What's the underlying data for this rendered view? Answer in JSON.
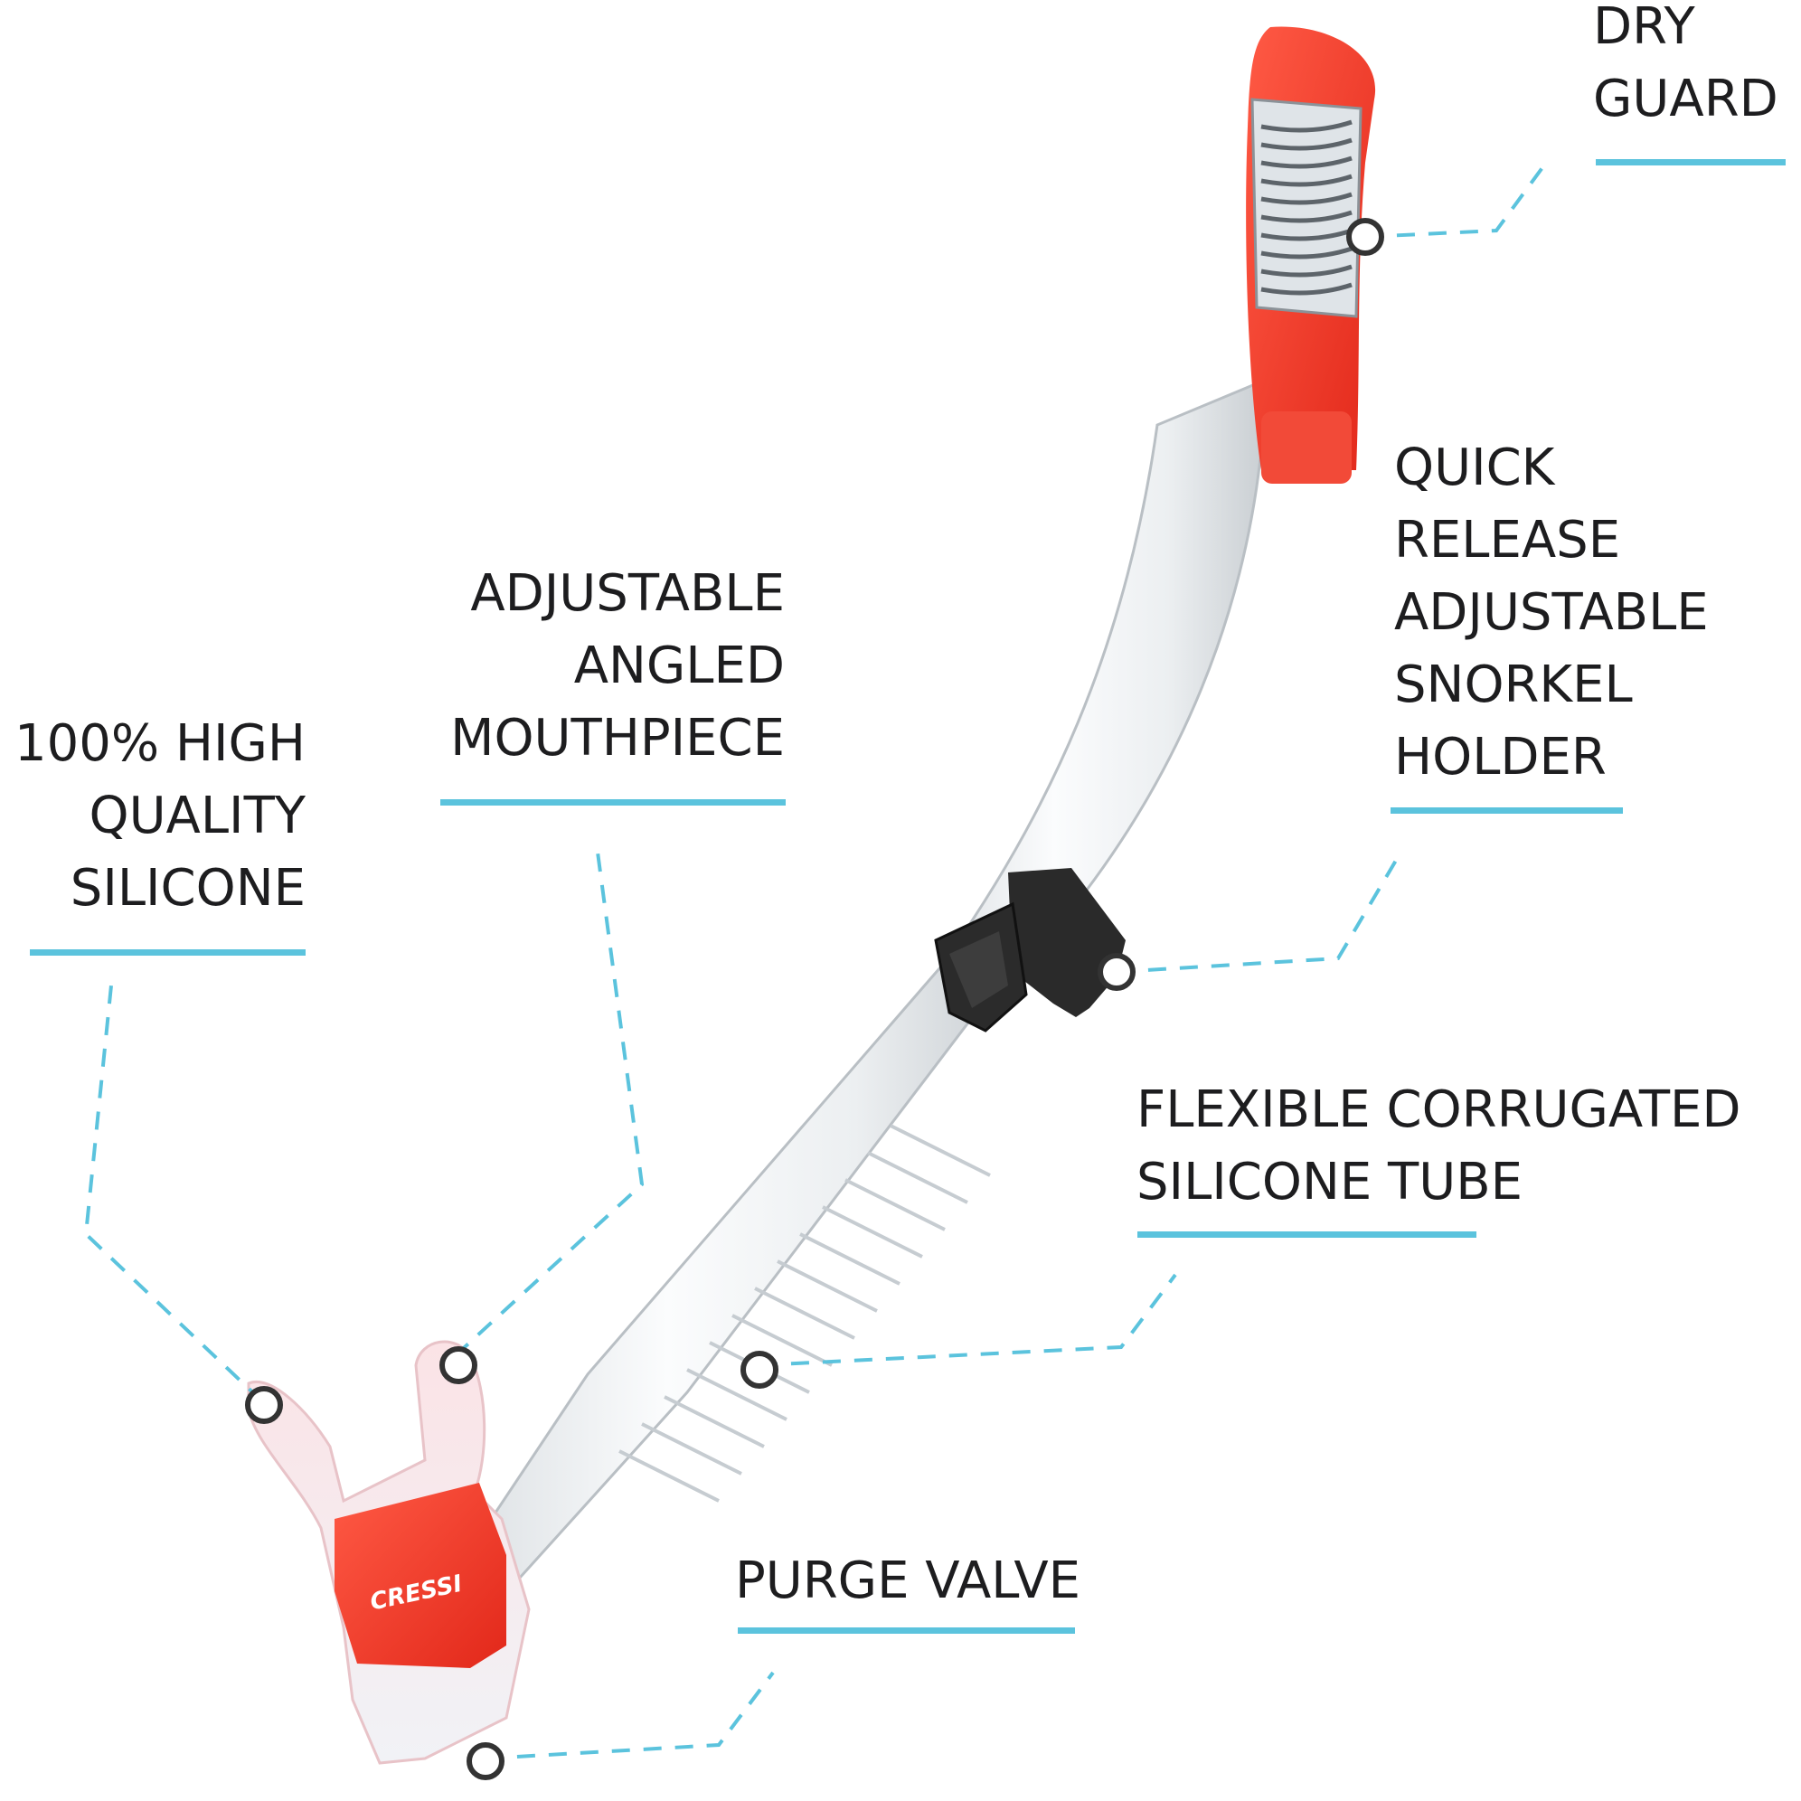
{
  "callouts": {
    "dry_guard": {
      "lines": [
        "DRY",
        "GUARD"
      ]
    },
    "quick_release": {
      "lines": [
        "QUICK",
        "RELEASE",
        "ADJUSTABLE",
        "SNORKEL",
        "HOLDER"
      ]
    },
    "mouthpiece": {
      "lines": [
        "ADJUSTABLE",
        "ANGLED",
        "MOUTHPIECE"
      ]
    },
    "silicone": {
      "lines": [
        "100% HIGH",
        "QUALITY",
        "SILICONE"
      ]
    },
    "tube": {
      "lines": [
        "FLEXIBLE CORRUGATED",
        "SILICONE TUBE"
      ]
    },
    "purge_valve": {
      "lines": [
        "PURGE VALVE"
      ]
    }
  },
  "brand": {
    "logo_text": "CRESSI"
  },
  "colors": {
    "accent_line": "#5bc3dd",
    "marker": "#333333",
    "red": "#f23a2a",
    "text": "#1d1d1f"
  }
}
